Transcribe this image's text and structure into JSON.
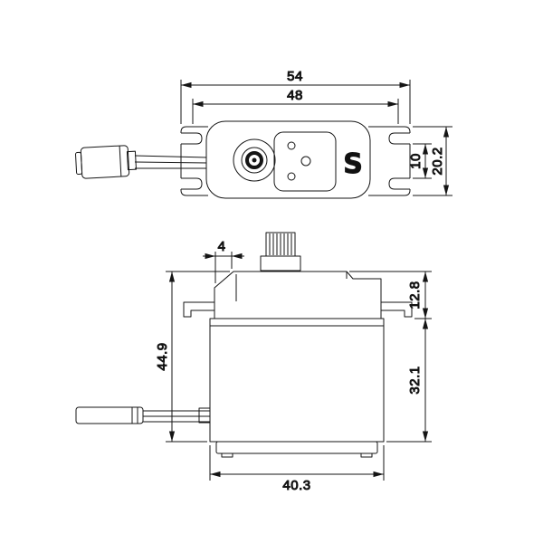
{
  "colors": {
    "line": "#151515",
    "background": "#ffffff",
    "text": "#111111"
  },
  "top_view": {
    "dims": {
      "overall_width": "54",
      "inner_width": "48",
      "center_height": "10",
      "overall_height": "20.2"
    },
    "logo": "S"
  },
  "side_view": {
    "dims": {
      "top_offset": "4",
      "upper_height": "12.8",
      "total_height": "44.9",
      "body_height": "32.1",
      "body_width": "40.3"
    }
  }
}
